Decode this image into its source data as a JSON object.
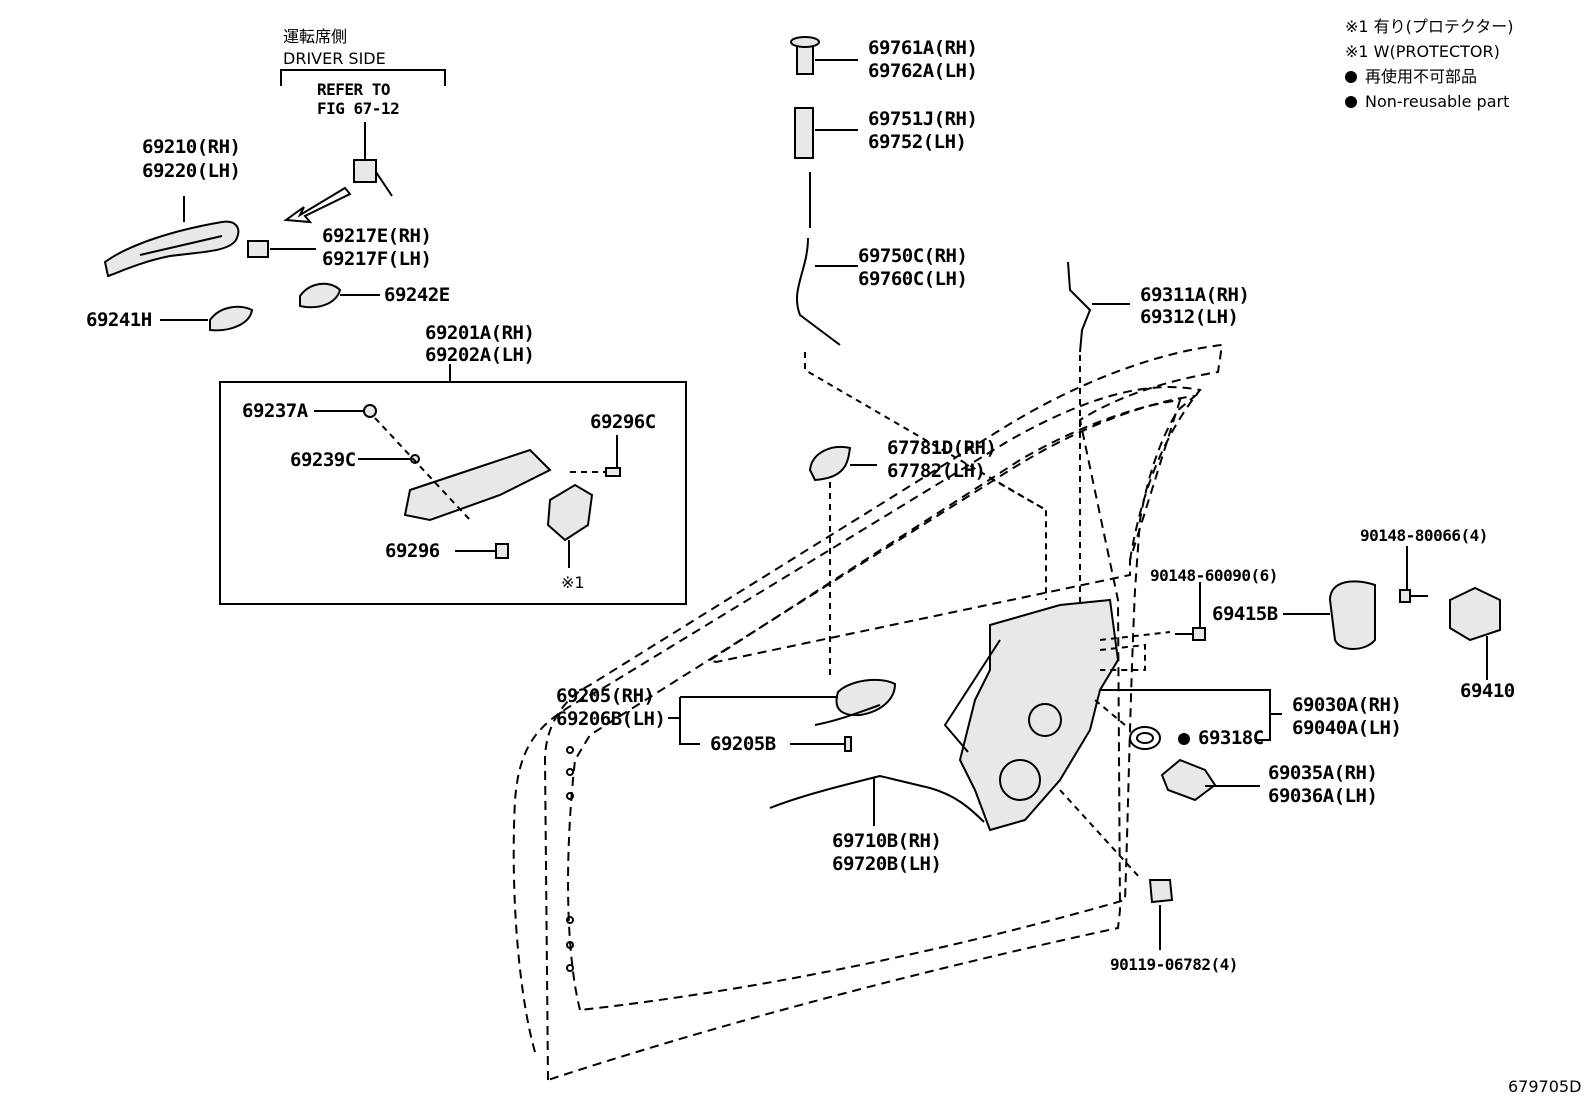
{
  "legend": {
    "line1": "※1 有り(プロテクター)",
    "line2": "※1 W(PROTECTOR)",
    "line3": "再使用不可部品",
    "line4": "Non-reusable part"
  },
  "driver_side": {
    "jp": "運転席側",
    "en": "DRIVER SIDE",
    "refer1": "REFER TO",
    "refer2": "FIG 67-12"
  },
  "parts": {
    "p69210": "69210(RH)",
    "p69220": "69220(LH)",
    "p69217E": "69217E(RH)",
    "p69217F": "69217F(LH)",
    "p69242E": "69242E",
    "p69241H": "69241H",
    "p69201A": "69201A(RH)",
    "p69202A": "69202A(LH)",
    "p69237A": "69237A",
    "p69239C": "69239C",
    "p69296C": "69296C",
    "p69296": "69296",
    "note1": "※1",
    "p69761A": "69761A(RH)",
    "p69762A": "69762A(LH)",
    "p69751J": "69751J(RH)",
    "p69752": "69752(LH)",
    "p69750C": "69750C(RH)",
    "p69760C": "69760C(LH)",
    "p69311A": "69311A(RH)",
    "p69312": "69312(LH)",
    "p67781D": "67781D(RH)",
    "p67782": "67782(LH)",
    "p90148_80066": "90148-80066(4)",
    "p90148_60090": "90148-60090(6)",
    "p69415B": "69415B",
    "p69410": "69410",
    "p69205": "69205(RH)",
    "p69206B": "69206B(LH)",
    "p69205B": "69205B",
    "p69030A": "69030A(RH)",
    "p69040A": "69040A(LH)",
    "p69318C": "69318C",
    "p69035A": "69035A(RH)",
    "p69036A": "69036A(LH)",
    "p69710B": "69710B(RH)",
    "p69720B": "69720B(LH)",
    "p90119_06782": "90119-06782(4)"
  },
  "figure_id": "679705D"
}
